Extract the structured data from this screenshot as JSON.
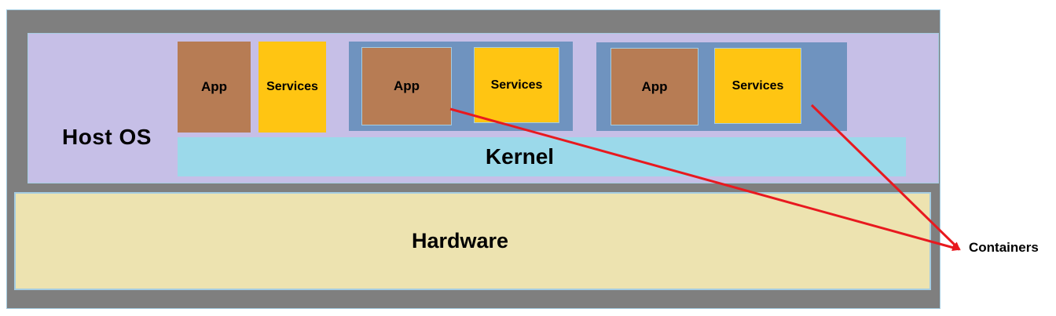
{
  "diagram": {
    "host_os_label": "Host OS",
    "kernel_label": "Kernel",
    "hardware_label": "Hardware",
    "containers_label": "Containers",
    "groups": [
      {
        "app": "App",
        "services": "Services",
        "in_container": false
      },
      {
        "app": "App",
        "services": "Services",
        "in_container": true
      },
      {
        "app": "App",
        "services": "Services",
        "in_container": true
      }
    ],
    "colors": {
      "frame_gray": "#7F7F7F",
      "outline_blue": "#A5CDE2",
      "host_os_purple": "#C6BFE7",
      "container_blue": "#6F93BF",
      "app_brown": "#B77C54",
      "services_yellow": "#FFC512",
      "kernel_cyan": "#9BD9EA",
      "hardware_tan": "#EDE3B0",
      "arrow_red": "#E8191F",
      "text_black": "#000000"
    }
  }
}
